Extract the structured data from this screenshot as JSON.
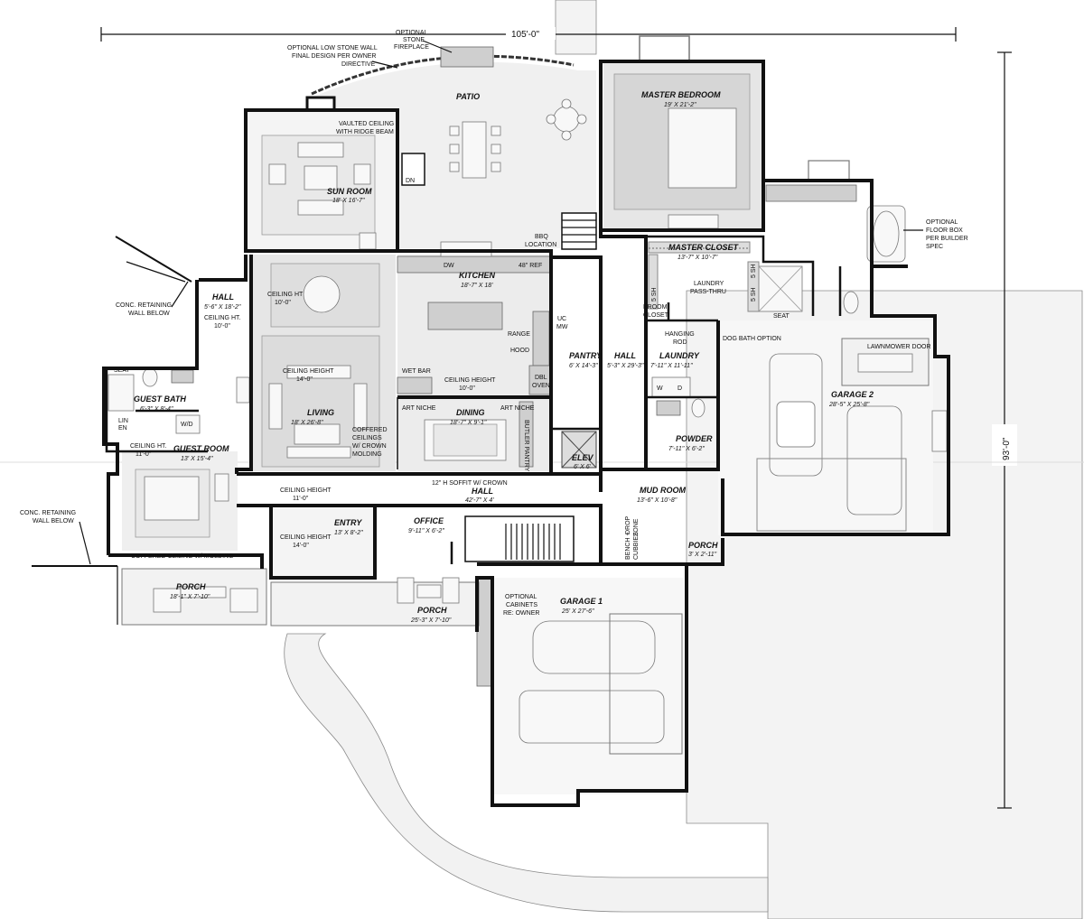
{
  "overall": {
    "width": "105'-0\"",
    "depth": "93'-0\""
  },
  "rooms": {
    "patio": {
      "name": "PATIO"
    },
    "master_bedroom": {
      "name": "MASTER BEDROOM",
      "dim": "19' X 21'-2\""
    },
    "sun_room": {
      "name": "SUN ROOM",
      "dim": "18' X 16'-7\""
    },
    "master_closet": {
      "name": "MASTER CLOSET",
      "dim": "13'-7\" X 10'-7\""
    },
    "hall_left": {
      "name": "HALL",
      "dim": "5'-6\" X 18'-2\""
    },
    "kitchen": {
      "name": "KITCHEN",
      "dim": "18'-7\" X 18'"
    },
    "pantry": {
      "name": "PANTRY",
      "dim": "6' X 14'-3\""
    },
    "hall_center": {
      "name": "HALL",
      "dim": "5'-3\" X 29'-3\""
    },
    "laundry": {
      "name": "LAUNDRY",
      "dim": "7'-11\" X 11'-11\""
    },
    "garage_2": {
      "name": "GARAGE 2",
      "dim": "28'-5\" X 25'-8\""
    },
    "guest_bath": {
      "name": "GUEST BATH",
      "dim": "6'-3\" X 8'-4\""
    },
    "living": {
      "name": "LIVING",
      "dim": "18' X 26'-8\""
    },
    "dining": {
      "name": "DINING",
      "dim": "18'-7\" X 9'-1\""
    },
    "powder": {
      "name": "POWDER",
      "dim": "7'-11\" X 6'-2\""
    },
    "guest_room": {
      "name": "GUEST ROOM",
      "dim": "13' X 15'-4\""
    },
    "elev": {
      "name": "ELEV",
      "dim": "6' X 6'"
    },
    "hall_main": {
      "name": "HALL",
      "dim": "42'-7\" X 4'"
    },
    "mud_room": {
      "name": "MUD ROOM",
      "dim": "13'-6\" X 10'-8\""
    },
    "entry": {
      "name": "ENTRY",
      "dim": "13' X 8'-2\""
    },
    "office": {
      "name": "OFFICE",
      "dim": "9'-11\" X 6'-2\""
    },
    "porch_small": {
      "name": "PORCH",
      "dim": "3' X 2'-11\""
    },
    "porch_left": {
      "name": "PORCH",
      "dim": "18'-1\" X 7'-10\""
    },
    "porch_center": {
      "name": "PORCH",
      "dim": "25'-3\" X 7'-10\""
    },
    "garage_1": {
      "name": "GARAGE 1",
      "dim": "25' X 27'-6\""
    }
  },
  "notes": {
    "stone_fireplace": [
      "OPTIONAL",
      "STONE",
      "FIREPLACE"
    ],
    "stone_wall": [
      "OPTIONAL LOW STONE WALL",
      "FINAL DESIGN PER OWNER",
      "DIRECTIVE"
    ],
    "vaulted": [
      "VAULTED CEILING",
      "WITH RIDGE BEAM"
    ],
    "floor_box": [
      "OPTIONAL",
      "FLOOR BOX",
      "PER BUILDER",
      "SPEC"
    ],
    "bbq": [
      "BBQ",
      "LOCATION"
    ],
    "dw": "DW",
    "ref": "48\" REF",
    "retaining_upper": [
      "CONC. RETAINING",
      "WALL BELOW"
    ],
    "retaining_lower": [
      "CONC. RETAINING",
      "WALL BELOW"
    ],
    "ceiling_ht_10": [
      "CEILING HT",
      "10'-0\""
    ],
    "ceiling_ht_hall": [
      "CEILING HT.",
      "10'-0\""
    ],
    "laundry_pass": [
      "LAUNDRY",
      "PASS-THRU"
    ],
    "sh_a": "5 SH",
    "sh_b": "5 SH",
    "sh_c": "5 SH",
    "seat_master": "SEAT",
    "broom_closet": [
      "BROOM",
      "CLOSET"
    ],
    "uc_mw": [
      "UC",
      "MW"
    ],
    "range_hood": [
      "RANGE",
      "HOOD"
    ],
    "hanging_rod": [
      "HANGING",
      "ROD"
    ],
    "dog_bath": "DOG BATH OPTION",
    "lawnmower": "LAWNMOWER DOOR",
    "seat_guest": "SEAT",
    "ceiling_height_14": [
      "CEILING HEIGHT",
      "14'-0\""
    ],
    "wet_bar": "WET BAR",
    "ceiling_height_10_kitchen": [
      "CEILING HEIGHT",
      "10'-0\""
    ],
    "dbl_oven": [
      "DBL",
      "OVEN"
    ],
    "art_niche_left": "ART NICHE",
    "art_niche_right": "ART NICHE",
    "wd_guest": "W/D",
    "washer": "W",
    "dryer": "D",
    "linen": [
      "LIN",
      "EN"
    ],
    "coffered": [
      "COFFERED",
      "CEILINGS",
      "W/ CROWN",
      "MOLDING"
    ],
    "butler_pantry": "BUTLER PANTRY",
    "ceiling_ht_11_guest": [
      "CEILING HT.",
      "11'-0\""
    ],
    "soffit": "12\" H SOFFIT W/ CROWN",
    "ceiling_height_11": [
      "CEILING HEIGHT",
      "11'-0\""
    ],
    "ceiling_height_14_entry": [
      "CEILING HEIGHT",
      "14'-0\""
    ],
    "bench": [
      "BENCH +",
      "CUBBIES"
    ],
    "drop_zone": [
      "DROP",
      "ZONE"
    ],
    "coffered_guest": "COFFERED CEILING W/ MOLDING",
    "optional_cabinets": [
      "OPTIONAL",
      "CABINETS",
      "RE: OWNER"
    ],
    "on_marker": "DN"
  }
}
